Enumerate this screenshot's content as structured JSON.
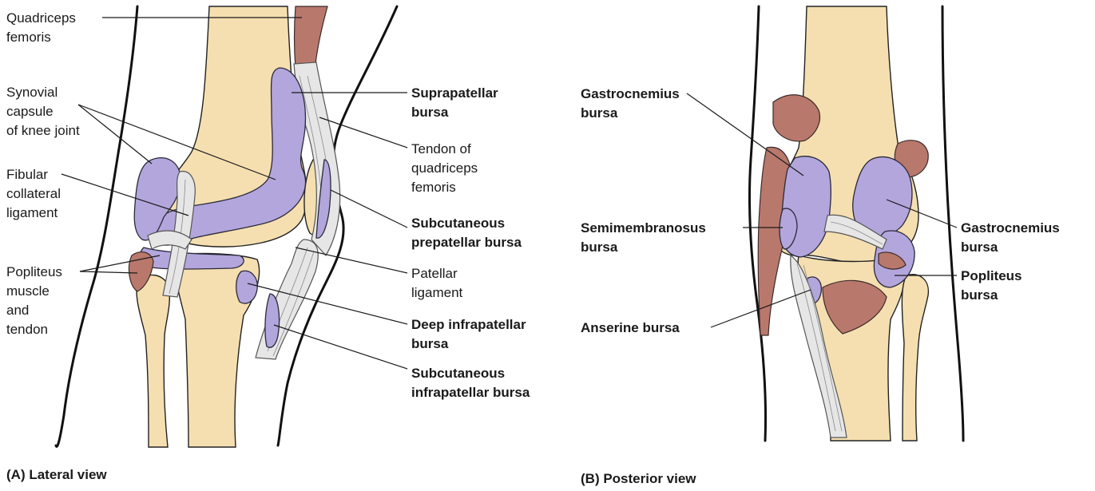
{
  "colors": {
    "bone": "#f5dfb0",
    "bursa": "#b3a6dc",
    "ligament": "#e6e6e6",
    "muscle": "#b9786c",
    "outline": "#111111"
  },
  "panel_a": {
    "caption": "(A) Lateral view",
    "labels": {
      "quadriceps_1": "Quadriceps",
      "quadriceps_2": "femoris",
      "synovial_1": "Synovial",
      "synovial_2": "capsule",
      "synovial_3": "of knee joint",
      "fibular_1": "Fibular",
      "fibular_2": "collateral",
      "fibular_3": "ligament",
      "popliteus_1": "Popliteus",
      "popliteus_2": "muscle",
      "popliteus_3": "and",
      "popliteus_4": "tendon",
      "suprapatellar_1": "Suprapatellar",
      "suprapatellar_2": "bursa",
      "tendon_quad_1": "Tendon of",
      "tendon_quad_2": "quadriceps",
      "tendon_quad_3": "femoris",
      "subcut_prepat_1": "Subcutaneous",
      "subcut_prepat_2": "prepatellar bursa",
      "patellar_lig_1": "Patellar",
      "patellar_lig_2": "ligament",
      "deep_infra_1": "Deep infrapatellar",
      "deep_infra_2": "bursa",
      "subcut_infra_1": "Subcutaneous",
      "subcut_infra_2": "infrapatellar bursa"
    }
  },
  "panel_b": {
    "caption": "(B) Posterior view",
    "labels": {
      "gastro_left_1": "Gastrocnemius",
      "gastro_left_2": "bursa",
      "semimem_1": "Semimembranosus",
      "semimem_2": "bursa",
      "anserine": "Anserine bursa",
      "gastro_right_1": "Gastrocnemius",
      "gastro_right_2": "bursa",
      "popliteus_1": "Popliteus",
      "popliteus_2": "bursa"
    }
  }
}
